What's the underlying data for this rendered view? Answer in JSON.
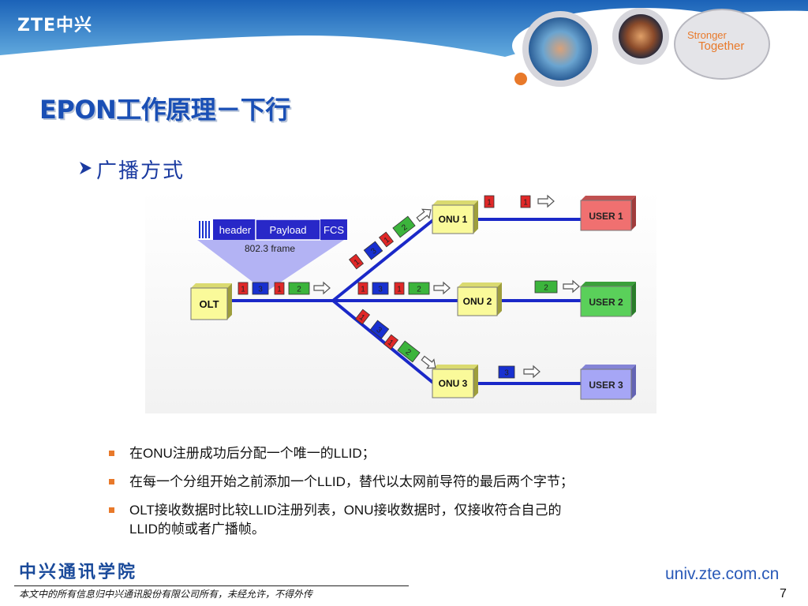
{
  "header": {
    "logo_text": "ZTE中兴",
    "tagline_line1": "Stronger",
    "tagline_line2": "Together",
    "colors": {
      "band_top": "#1b62b8",
      "band_bottom": "#5fa8dc",
      "accent": "#e8792a"
    }
  },
  "title": "EPON工作原理－下行",
  "subtitle": "广播方式",
  "diagram": {
    "frame_fields": [
      "header",
      "Payload",
      "FCS"
    ],
    "frame_caption": "802.3 frame",
    "olt_label": "OLT",
    "onus": [
      "ONU 1",
      "ONU 2",
      "ONU 3"
    ],
    "users": [
      "USER 1",
      "USER 2",
      "USER 3"
    ],
    "packet_numbers": [
      "1",
      "2",
      "3"
    ],
    "colors": {
      "packet1": "#e02828",
      "packet2": "#3cb43c",
      "packet3": "#1830d0",
      "line": "#1a28c8",
      "node": "#fafa9a",
      "user1": "#f07070",
      "user2": "#5ad05a",
      "user3": "#a6a6f6"
    }
  },
  "bullets": [
    [
      "在ONU注册成功后分配一个唯一的LLID；"
    ],
    [
      "在每一个分组开始之前添加一个LLID，替代以太网前导符的最后两个字节；"
    ],
    [
      "OLT接收数据时比较LLID注册列表，ONU接收数据时，仅接收符合自己的",
      "LLID的帧或者广播帧。"
    ]
  ],
  "footer": {
    "school": "中兴通讯学院",
    "copyright": "本文中的所有信息归中兴通讯股份有限公司所有，未经允许，不得外传",
    "url": "univ.zte.com.cn",
    "page_number": "7"
  }
}
